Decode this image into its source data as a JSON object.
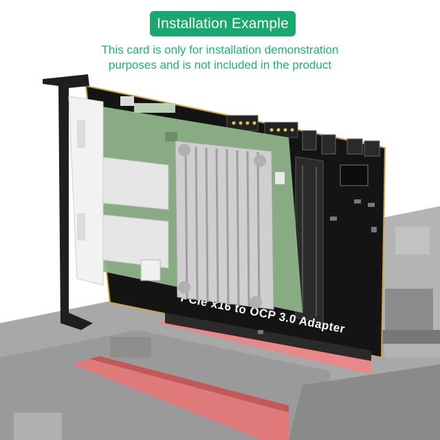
{
  "header": {
    "badge_label": "Installation Example",
    "note_line1": "This card is only for installation demonstration",
    "note_line2": "purposes and is not included in the product"
  },
  "product": {
    "board_label": "PCIe  x16 to OCP 3.0 Adapter"
  },
  "colors": {
    "badge_bg": "#1aa871",
    "note_text": "#1fb07a",
    "pcb": "#141414",
    "pcb_edge": "#c9a24a",
    "bracket": "#1e1e1e",
    "nic_board": "#8fb38a",
    "heatsink": "#c9c9c9",
    "motherboard": "#9a9a9a",
    "slot": "#e07a7a"
  }
}
